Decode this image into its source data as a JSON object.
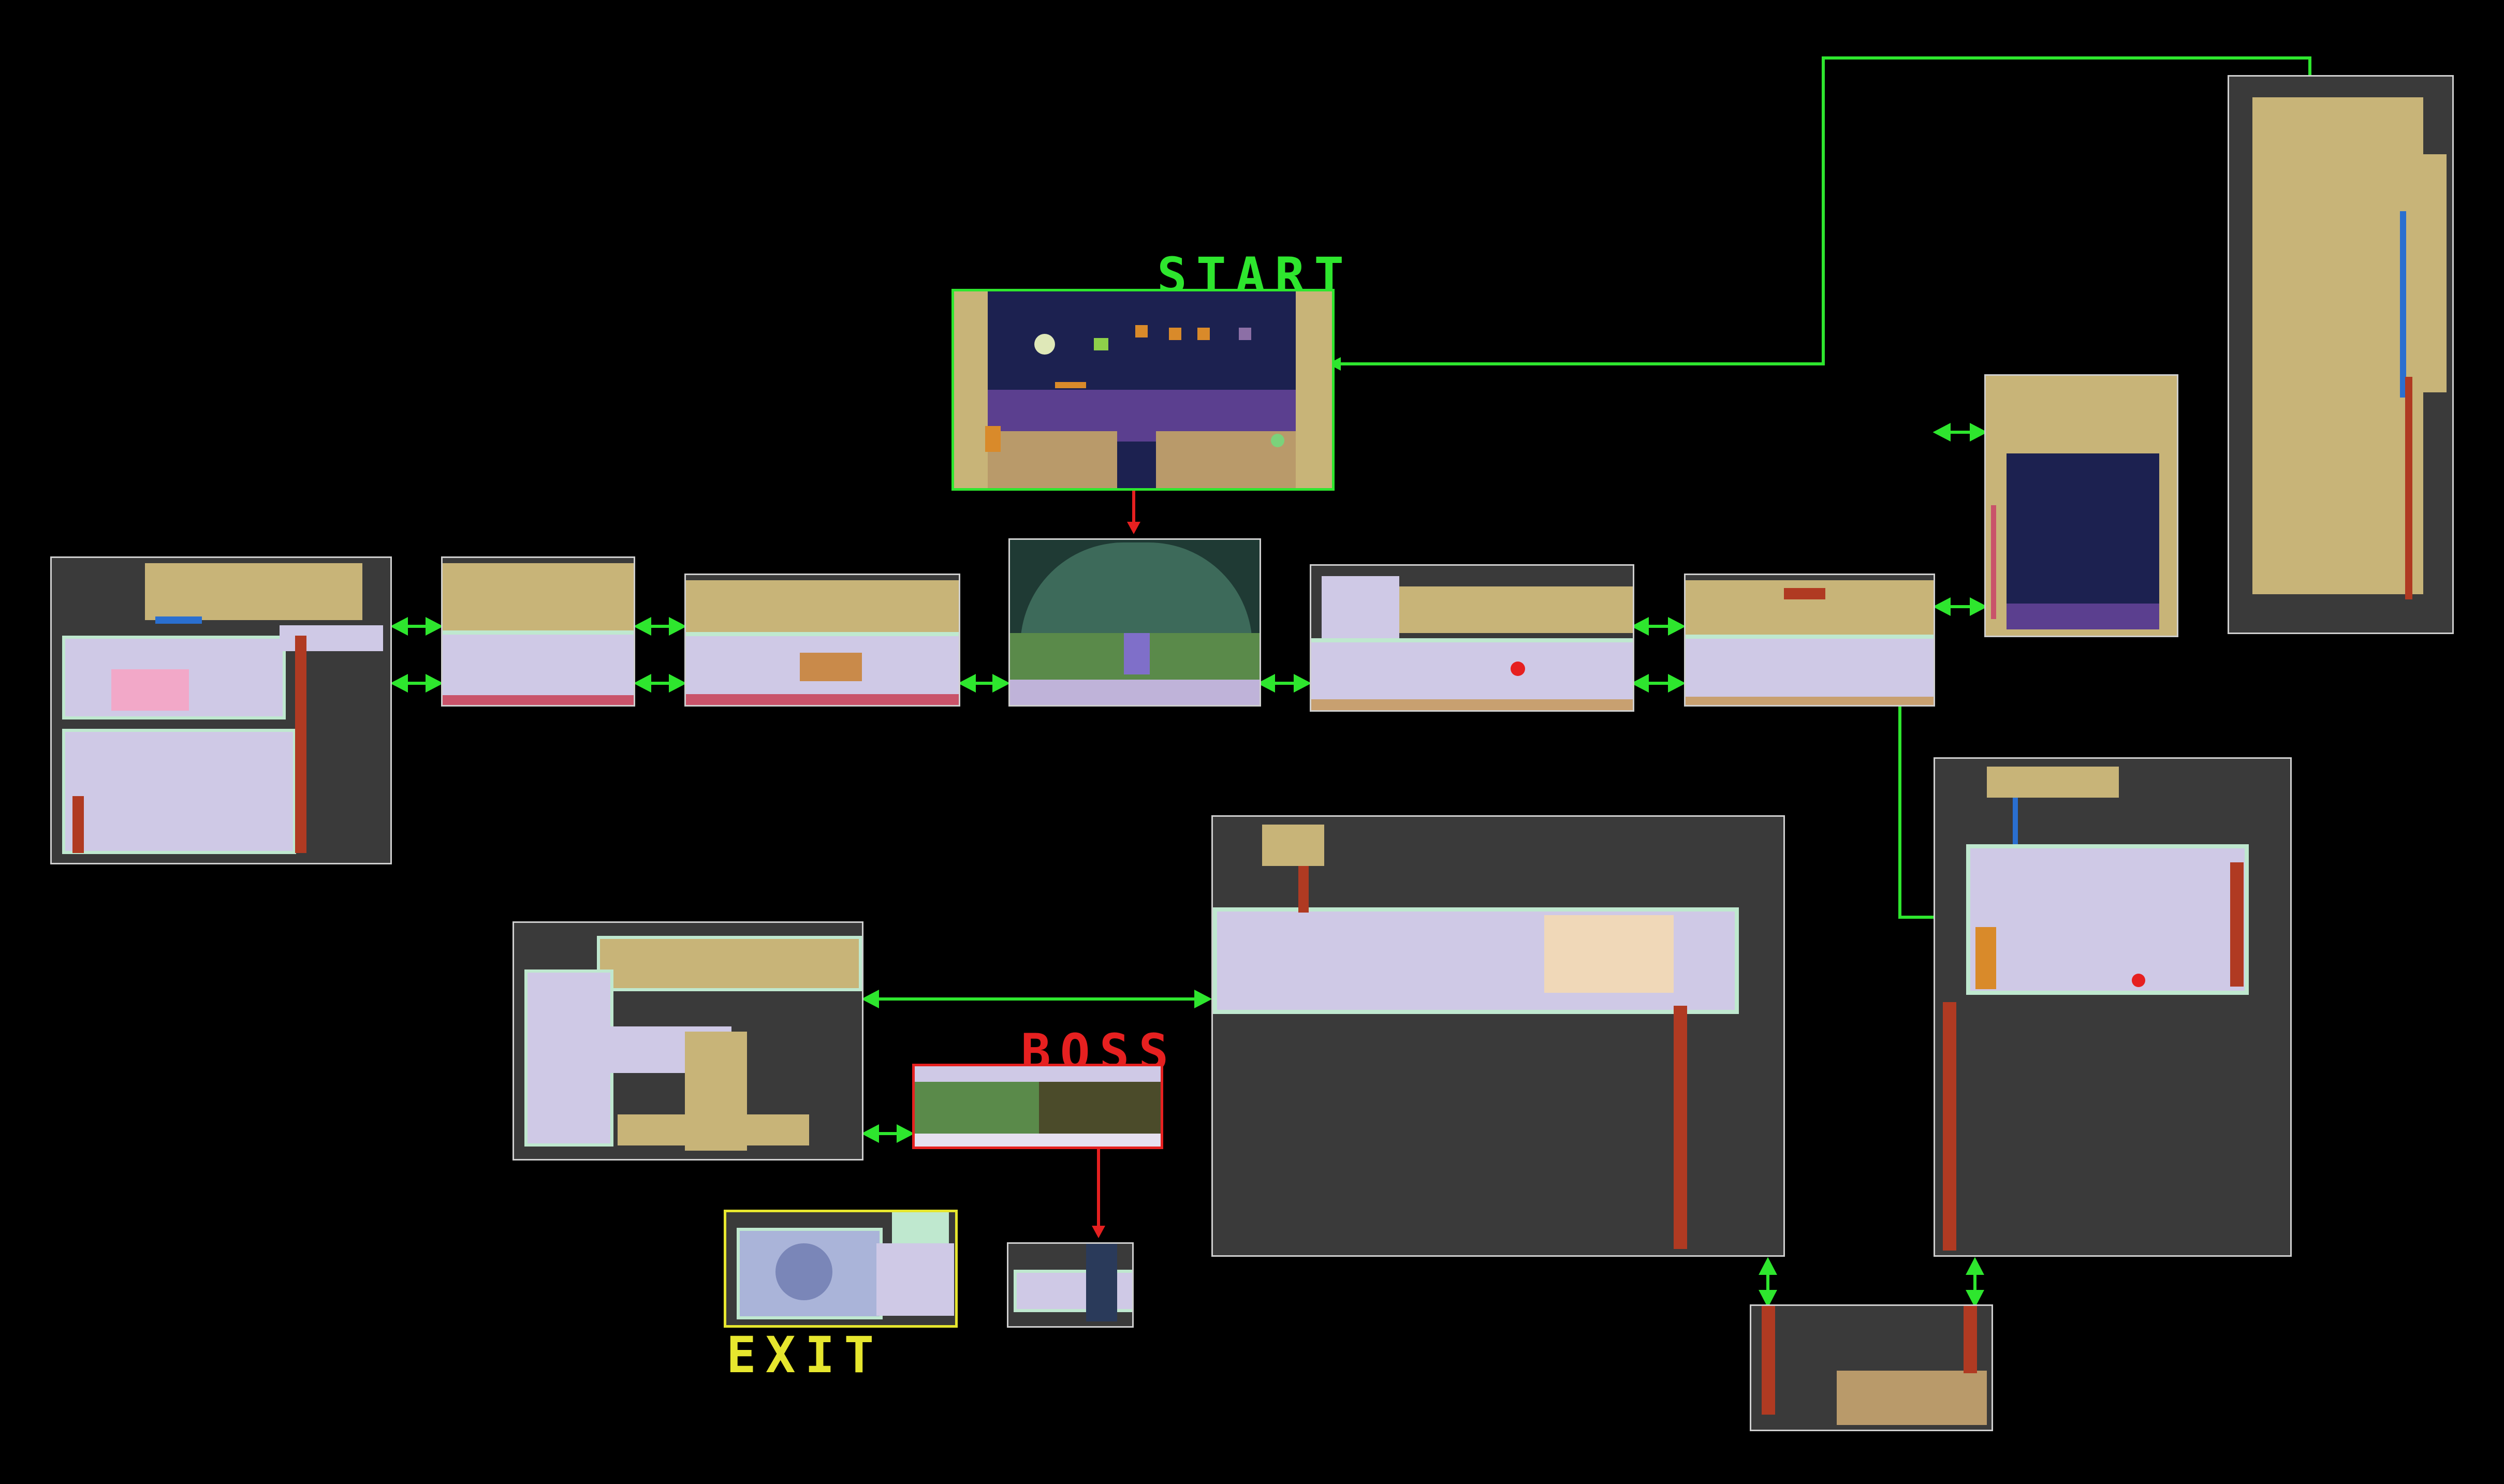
{
  "map": {
    "labels": {
      "start": "START",
      "boss": "BOSS",
      "exit": "EXIT"
    },
    "colors": {
      "background": "#000000",
      "room_frame": "#cfcfcf",
      "room_fill": "#3a3a3a",
      "start": "#2ee62e",
      "boss": "#e62020",
      "exit": "#e6e62e",
      "door_link": "#2ee62e",
      "drop_link": "#e62020",
      "sand": "#c8b478",
      "lavender": "#cfc9e6",
      "mint_wall": "#bfe8cf",
      "night_sky": "#1c2150",
      "rail": "#b03a22",
      "pipe": "#2a6fd0"
    },
    "rooms": [
      {
        "id": "start",
        "kind": "start",
        "theme": "night"
      },
      {
        "id": "observatory-dome",
        "kind": "normal",
        "theme": "dome"
      },
      {
        "id": "west-maze",
        "kind": "normal",
        "theme": "castle"
      },
      {
        "id": "west-hall-2",
        "kind": "normal",
        "theme": "castle"
      },
      {
        "id": "west-hall-1",
        "kind": "normal",
        "theme": "castle"
      },
      {
        "id": "east-hall-1",
        "kind": "normal",
        "theme": "castle"
      },
      {
        "id": "east-hall-2",
        "kind": "normal",
        "theme": "castle"
      },
      {
        "id": "sky-shaft",
        "kind": "normal",
        "theme": "night"
      },
      {
        "id": "tower",
        "kind": "normal",
        "theme": "sand"
      },
      {
        "id": "south-east-block",
        "kind": "normal",
        "theme": "castle"
      },
      {
        "id": "central-south-hall",
        "kind": "normal",
        "theme": "castle"
      },
      {
        "id": "bottom-pit",
        "kind": "normal",
        "theme": "sand"
      },
      {
        "id": "south-west-hall",
        "kind": "normal",
        "theme": "castle"
      },
      {
        "id": "boss",
        "kind": "boss",
        "theme": "arena"
      },
      {
        "id": "post-boss-corridor",
        "kind": "normal",
        "theme": "castle"
      },
      {
        "id": "exit",
        "kind": "exit",
        "theme": "machine"
      }
    ]
  }
}
